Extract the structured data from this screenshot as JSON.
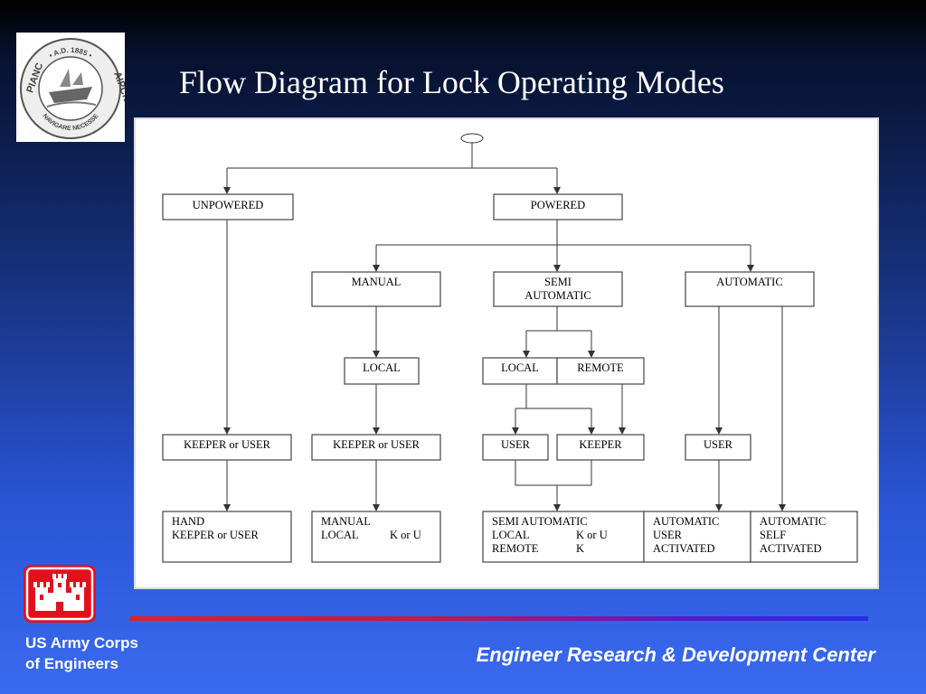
{
  "slide": {
    "title": "Flow Diagram for Lock Operating Modes",
    "footer": {
      "org_line1": "US Army Corps",
      "org_line2": "of Engineers",
      "center": "Engineer Research & Development Center"
    },
    "logo": {
      "top_text": "• A.D. 1885 •",
      "left_text": "PIANC",
      "right_text": "AIPCN",
      "bottom_text": "NAVIGARE NECESSE"
    }
  },
  "diagram": {
    "nodes": {
      "unpowered": "UNPOWERED",
      "powered": "POWERED",
      "manual": "MANUAL",
      "semi_line1": "SEMI",
      "semi_line2": "AUTOMATIC",
      "automatic": "AUTOMATIC",
      "local_manual": "LOCAL",
      "local_semi": "LOCAL",
      "remote": "REMOTE",
      "keeper_or_user_1": "KEEPER or USER",
      "keeper_or_user_2": "KEEPER or USER",
      "user_semi": "USER",
      "keeper_semi": "KEEPER",
      "user_auto": "USER"
    },
    "outcomes": {
      "hand_l1": "HAND",
      "hand_l2": "KEEPER or USER",
      "manual_l1": "MANUAL",
      "manual_l2a": "LOCAL",
      "manual_l2b": "K or U",
      "semi_l1": "SEMI AUTOMATIC",
      "semi_l2a": "LOCAL",
      "semi_l2b": "K or U",
      "semi_l3a": "REMOTE",
      "semi_l3b": "K",
      "auto_user_l1": "AUTOMATIC",
      "auto_user_l2": "USER",
      "auto_user_l3": "ACTIVATED",
      "auto_self_l1": "AUTOMATIC",
      "auto_self_l2": "SELF",
      "auto_self_l3": "ACTIVATED"
    }
  }
}
